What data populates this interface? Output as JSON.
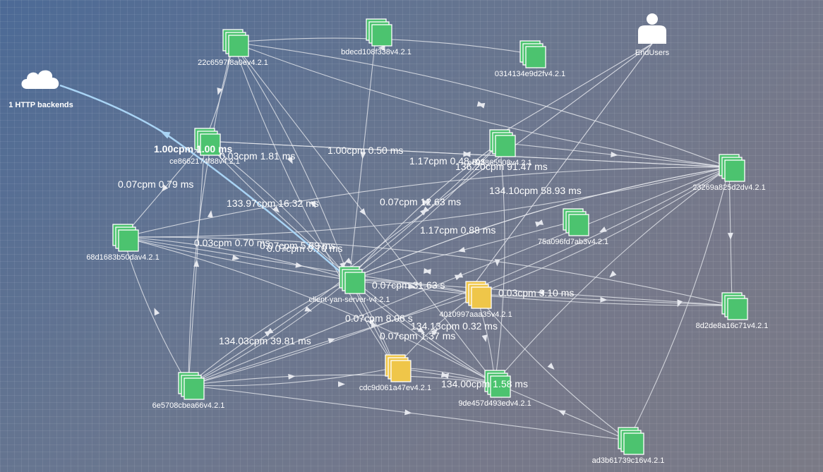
{
  "colors": {
    "normal_service": "#4cc36f",
    "warning_service": "#efc649",
    "edge": "#e6e8ee",
    "backend_edge": "#a9d4f5"
  },
  "external": {
    "backend": {
      "label": "1 HTTP backends",
      "icon": "cloud-icon"
    },
    "users": {
      "label": "EndUsers",
      "icon": "user-icon"
    }
  },
  "services": [
    {
      "id": "22c6597f8a0ev4.2.1",
      "status": "normal"
    },
    {
      "id": "bdecd108f338v4.2.1",
      "status": "normal"
    },
    {
      "id": "0314134e9d2fv4.2.1",
      "status": "normal"
    },
    {
      "id": "ce8662174f88v4.2.1",
      "status": "normal"
    },
    {
      "id": "ee93865508v4.2.1",
      "status": "normal"
    },
    {
      "id": "23269a825d2dv4.2.1",
      "status": "normal"
    },
    {
      "id": "68d1683b50dav4.2.1",
      "status": "normal"
    },
    {
      "id": "75a096fd7ab3v4.2.1",
      "status": "normal"
    },
    {
      "id": "client-yan-server-v4.2.1",
      "status": "normal"
    },
    {
      "id": "4010997aaa35v4.2.1",
      "status": "warning"
    },
    {
      "id": "8d2de8a16c71v4.2.1",
      "status": "normal"
    },
    {
      "id": "6e5708cbea66v4.2.1",
      "status": "normal"
    },
    {
      "id": "cdc9d061a47ev4.2.1",
      "status": "warning"
    },
    {
      "id": "9de457d493edv4.2.1",
      "status": "normal"
    },
    {
      "id": "ad3b61739c16v4.2.1",
      "status": "normal"
    }
  ],
  "edge_labels": [
    "1.00cpm 1.00 ms",
    "0.03cpm 1.81 ms",
    "1.00cpm 0.50 ms",
    "1.17cpm 0.48 ms",
    "136.20cpm 91.47 ms",
    "0.07cpm 0.79 ms",
    "134.10cpm 58.93 ms",
    "133.97cpm 16.32 ms",
    "0.07cpm 12.63 ms",
    "1.17cpm 0.88 ms",
    "0.03cpm 0.70 ms",
    "0.07cpm 5.89 ms",
    "0.07cpm 0.70 ms",
    "0.07cpm 31.63 s",
    "0.03cpm 3.10 ms",
    "0.07cpm 8.06 s",
    "134.13cpm 0.32 ms",
    "0.07cpm 1.37 ms",
    "134.03cpm 39.81 ms",
    "134.00cpm 1.58 ms"
  ]
}
